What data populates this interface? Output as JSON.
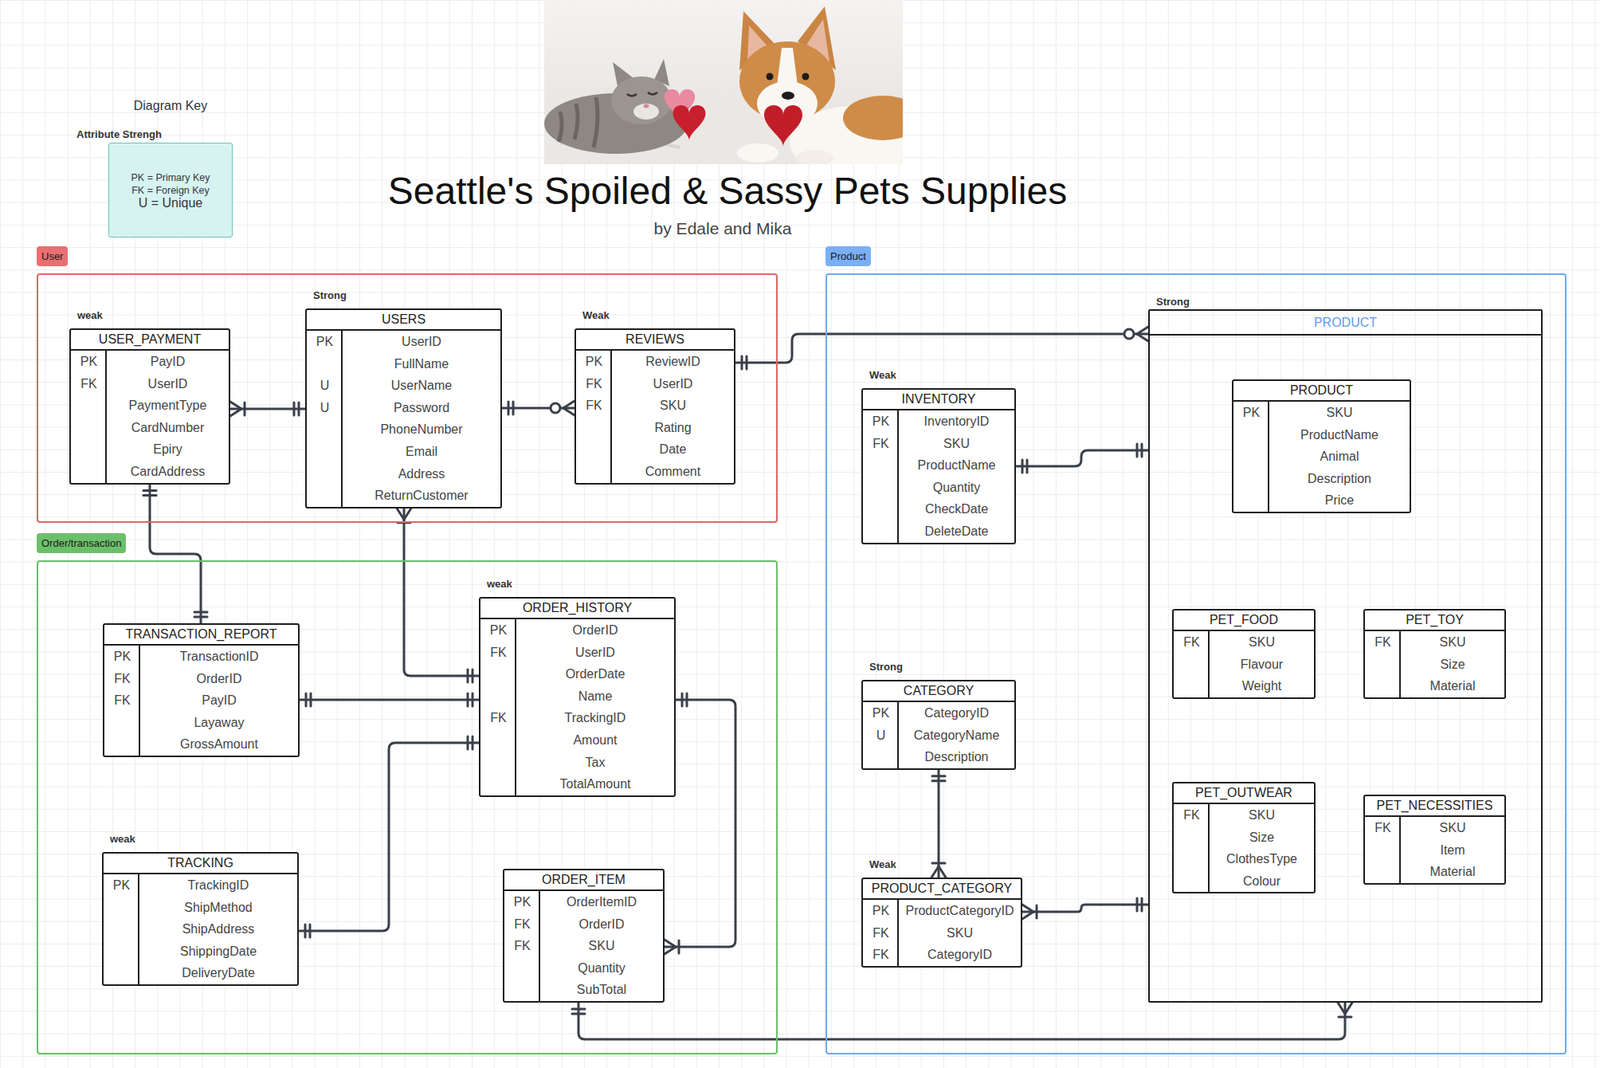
{
  "diagram": {
    "title": "Seattle's Spoiled & Sassy Pets Supplies",
    "caption": "by Edale and Mika",
    "nodes": [
      {
        "text": [
          "Diagram Key",
          "Attribute Strengh",
          "PK = Primary Key",
          "FK = Foreign Key",
          "U = Unique"
        ]
      },
      {
        "text": [
          "User"
        ]
      },
      {
        "text": [
          "weak",
          "USER_PAYMENT",
          "PK",
          "PayID",
          "FK",
          "UserID",
          "PaymentType",
          "CardNumber",
          "Epiry",
          "CardAddress"
        ],
        "in": 1
      },
      {
        "text": [
          "Strong",
          "USERS",
          "PK",
          "UserID",
          "FullName",
          "U",
          "UserName",
          "U",
          "Password",
          "PhoneNumber",
          "Email",
          "Address",
          "ReturnCustomer"
        ],
        "in": 1
      },
      {
        "text": [
          "Weak",
          "REVIEWS",
          "PK",
          "ReviewID",
          "FK",
          "UserID",
          "FK",
          "SKU",
          "Rating",
          "Date",
          "Comment"
        ],
        "in": 1
      },
      {
        "text": [
          "Product"
        ]
      },
      {
        "text": [
          "Strong",
          "PRODUCT"
        ],
        "in": 5
      },
      {
        "text": [
          "Weak",
          "INVENTORY",
          "PK",
          "InventoryID",
          "FK",
          "SKU",
          "ProductName",
          "Quantity",
          "CheckDate",
          "DeleteDate"
        ],
        "in": 5
      },
      {
        "text": [
          "PRODUCT",
          "PK",
          "SKU",
          "ProductName",
          "Animal",
          "Description",
          "Price"
        ],
        "in": 6
      },
      {
        "text": [
          "PET_FOOD",
          "FK",
          "SKU",
          "Flavour",
          "Weight"
        ],
        "in": 6
      },
      {
        "text": [
          "PET_TOY",
          "FK",
          "SKU",
          "Size",
          "Material"
        ],
        "in": 6
      },
      {
        "text": [
          "Strong",
          "CATEGORY",
          "PK",
          "CategoryID",
          "U",
          "CategoryName",
          "Description"
        ],
        "in": 5
      },
      {
        "text": [
          "PET_OUTWEAR",
          "FK",
          "SKU",
          "Size",
          "ClothesType",
          "Colour"
        ],
        "in": 6
      },
      {
        "text": [
          "PET_NECESSITIES",
          "FK",
          "SKU",
          "Item",
          "Material"
        ],
        "in": 6
      },
      {
        "text": [
          "Weak",
          "PRODUCT_CATEGORY",
          "PK",
          "ProductCategoryID",
          "FK",
          "SKU",
          "FK",
          "CategoryID"
        ],
        "in": 5
      },
      {
        "text": [
          "Order/transaction"
        ]
      },
      {
        "text": [
          "TRANSACTION_REPORT",
          "PK",
          "TransactionID",
          "FK",
          "OrderID",
          "FK",
          "PayID",
          "Layaway",
          "GrossAmount"
        ],
        "in": 15
      },
      {
        "text": [
          "weak",
          "ORDER_HISTORY",
          "PK",
          "OrderID",
          "FK",
          "UserID",
          "OrderDate",
          "Name",
          "FK",
          "TrackingID",
          "Amount",
          "Tax",
          "TotalAmount"
        ],
        "in": 15
      },
      {
        "text": [
          "weak",
          "TRACKING",
          "PK",
          "TrackingID",
          "ShipMethod",
          "ShipAddress",
          "ShippingDate",
          "DeliveryDate"
        ],
        "in": 15
      },
      {
        "text": [
          "ORDER_ITEM",
          "PK",
          "OrderItemID",
          "FK",
          "OrderID",
          "FK",
          "SKU",
          "Quantity",
          "SubTotal"
        ],
        "in": 15
      }
    ],
    "edges": [
      {
        "from": 3,
        "to": 2,
        "arrow": "both"
      },
      {
        "from": 3,
        "to": 4,
        "arrow": "both"
      },
      {
        "from": 4,
        "to": 6,
        "arrow": "both"
      },
      {
        "from": 2,
        "to": 16,
        "arrow": "both"
      },
      {
        "from": 3,
        "to": 17,
        "arrow": "both"
      },
      {
        "from": 16,
        "to": 17,
        "arrow": "both"
      },
      {
        "from": 18,
        "to": 17,
        "arrow": "both"
      },
      {
        "from": 17,
        "to": 19,
        "arrow": "both"
      },
      {
        "from": 7,
        "to": 6,
        "arrow": "both"
      },
      {
        "from": 11,
        "to": 14,
        "arrow": "both"
      },
      {
        "from": 14,
        "to": 6,
        "arrow": "both"
      },
      {
        "from": 6,
        "to": 19,
        "arrow": "both"
      }
    ]
  }
}
